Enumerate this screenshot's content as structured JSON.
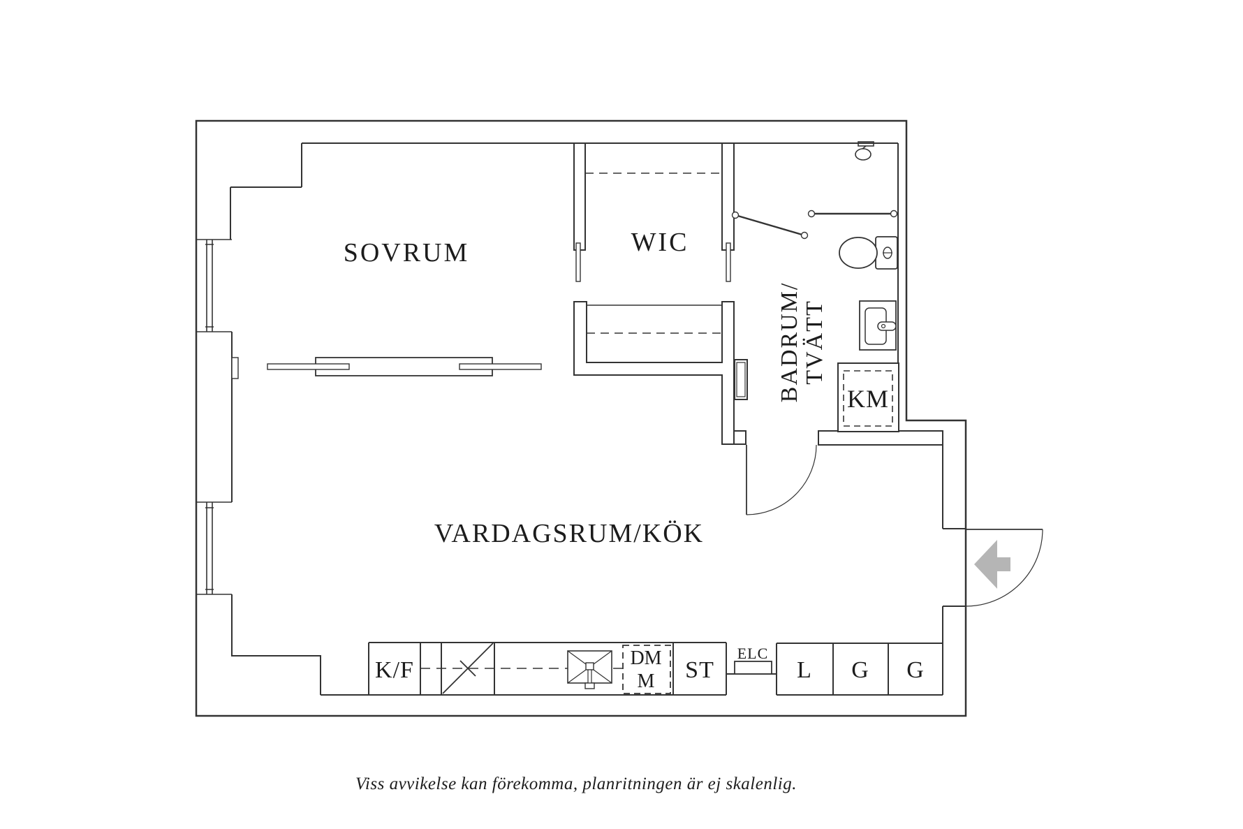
{
  "colors": {
    "line": "#333333",
    "text": "#1c1c1c",
    "arrow": "#b5b5b5",
    "background": "#ffffff"
  },
  "rooms": {
    "sovrum": "SOVRUM",
    "wic": "WIC",
    "badrum_line1": "BADRUM/",
    "badrum_line2": "TVÄTT",
    "vardagsrum_kok": "VARDAGSRUM/KÖK"
  },
  "appliances": {
    "km": "KM",
    "kf": "K/F",
    "dm": "DM",
    "m": "M",
    "st": "ST",
    "elc": "ELC",
    "l": "L",
    "g1": "G",
    "g2": "G"
  },
  "caption": "Viss avvikelse kan förekomma, planritningen är ej skalenlig."
}
